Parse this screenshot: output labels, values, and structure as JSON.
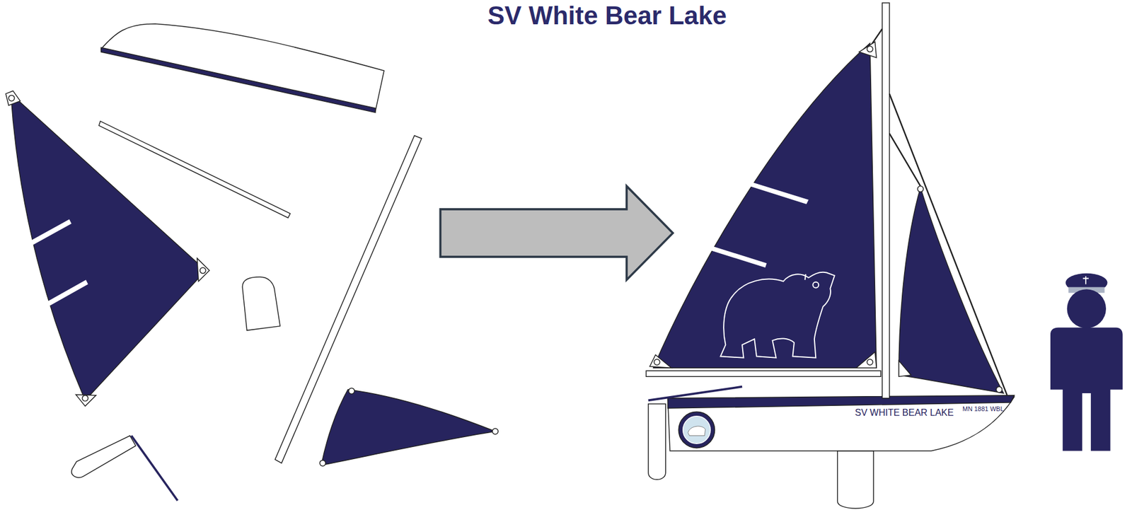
{
  "diagram": {
    "title": "SV White Bear Lake",
    "labels": [
      "SV WHITE BEAR LAKE",
      "MN 1881 WBL"
    ]
  }
}
